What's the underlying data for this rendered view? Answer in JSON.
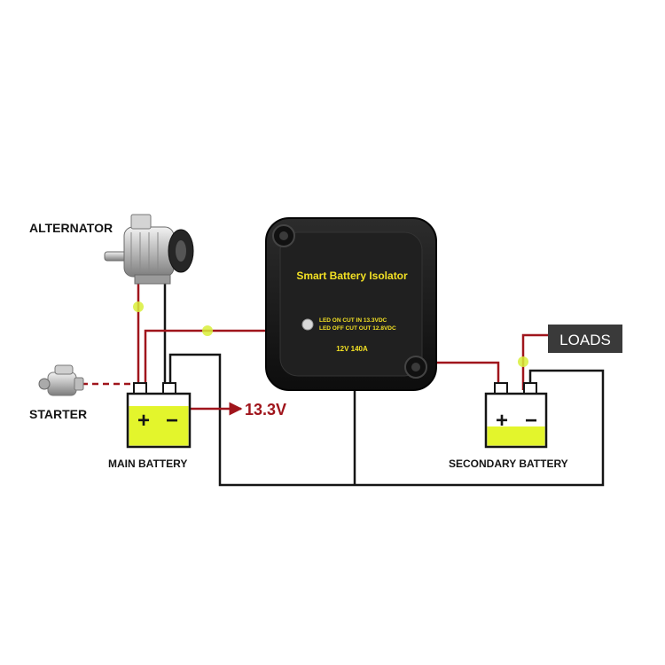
{
  "labels": {
    "alternator": "ALTERNATOR",
    "starter": "STARTER",
    "main_battery": "MAIN BATTERY",
    "secondary_battery": "SECONDARY BATTERY",
    "loads": "LOADS",
    "voltage": "13.3V"
  },
  "isolator": {
    "title": "Smart Battery Isolator",
    "led_on": "LED ON CUT IN 13.3VDC",
    "led_off": "LED OFF CUT OUT 12.8VDC",
    "rating": "12V 140A"
  },
  "battery_symbols": {
    "plus": "+",
    "minus": "−"
  },
  "colors": {
    "wire_red": "#a0151c",
    "wire_black": "#151515",
    "battery_fill": "#e3f52c",
    "junction": "#d8ee3a",
    "isolator_body": "#1b1b1b",
    "isolator_text": "#f2e024",
    "loads_box": "#3a3a3a",
    "loads_text": "#ffffff"
  }
}
